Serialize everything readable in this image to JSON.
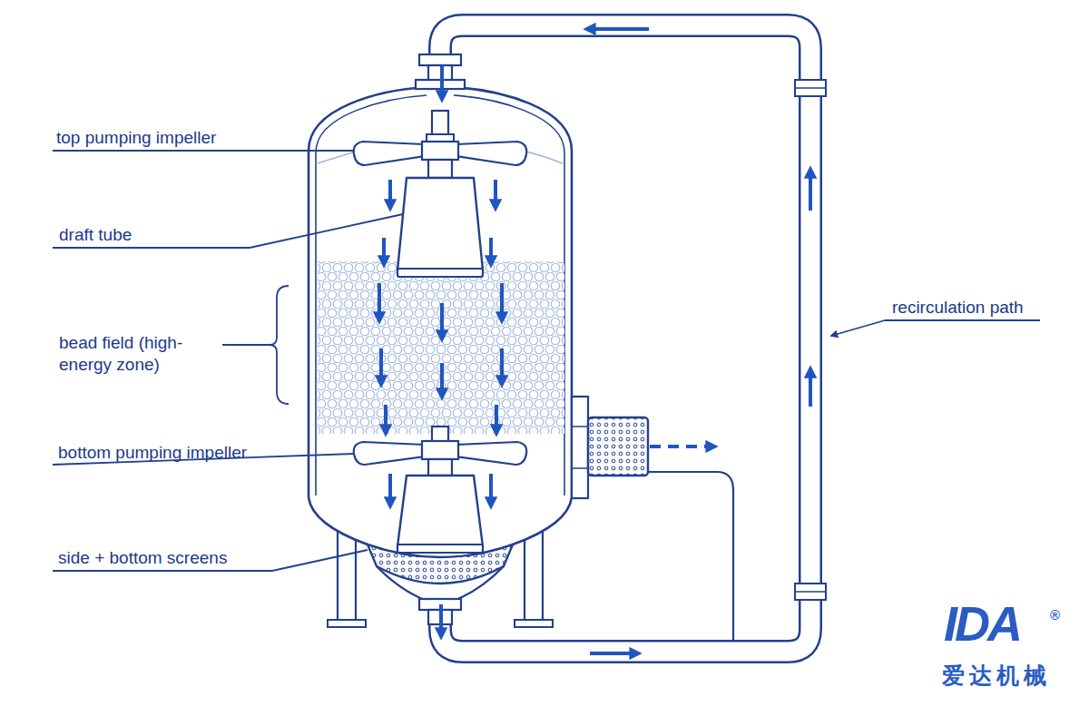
{
  "diagram": {
    "labels": [
      "top pumping impeller",
      "draft tube",
      "bead field (high-energy zone)",
      "bottom pumping impeller",
      "side + bottom screens",
      "recirculation path",
      "IDA",
      "®",
      "爱达机械"
    ]
  }
}
